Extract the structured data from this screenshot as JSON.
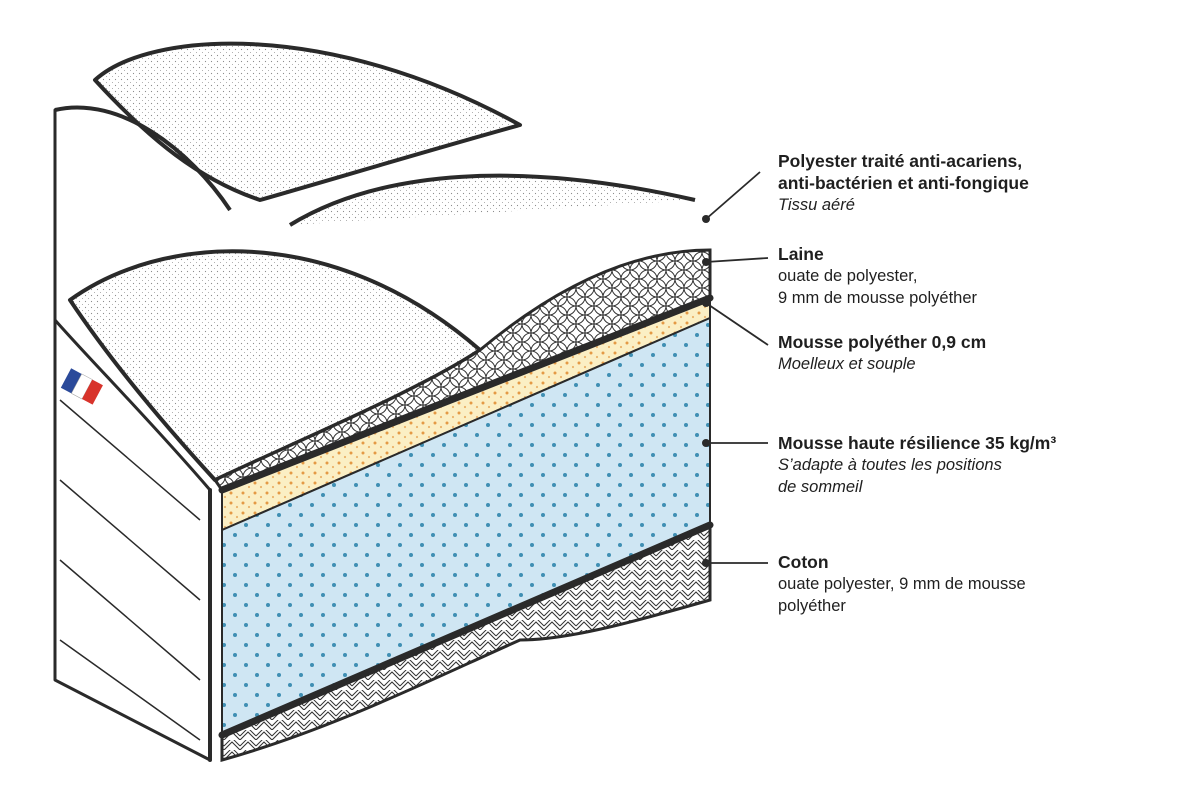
{
  "colors": {
    "outline": "#2a2a2a",
    "foam_hr": "#cfe6f3",
    "foam_hr_dots": "#3f8fb3",
    "foam_09": "#fbefc4",
    "foam_09_dots": "#e49a45",
    "flag_blue": "#2b4a9a",
    "flag_red": "#d8332b"
  },
  "layers": [
    {
      "key": "polyester",
      "title_lines": [
        "Polyester traité anti-acariens,",
        "anti-bactérien et anti-fongique"
      ],
      "desc_lines": [
        "Tissu aéré"
      ],
      "desc_italic": true
    },
    {
      "key": "laine",
      "title_lines": [
        "Laine"
      ],
      "desc_lines": [
        "ouate de polyester,",
        "9 mm de mousse polyéther"
      ],
      "desc_italic": false
    },
    {
      "key": "mousse_09",
      "title_lines": [
        "Mousse polyéther 0,9 cm"
      ],
      "desc_lines": [
        "Moelleux et souple"
      ],
      "desc_italic": true
    },
    {
      "key": "mousse_hr",
      "title_lines": [
        "Mousse haute résilience 35 kg/m³"
      ],
      "desc_lines": [
        "S’adapte à toutes les positions",
        "de sommeil"
      ],
      "desc_italic": true
    },
    {
      "key": "coton",
      "title_lines": [
        "Coton"
      ],
      "desc_lines": [
        "ouate polyester, 9 mm de mousse",
        "polyéther"
      ],
      "desc_italic": false
    }
  ]
}
